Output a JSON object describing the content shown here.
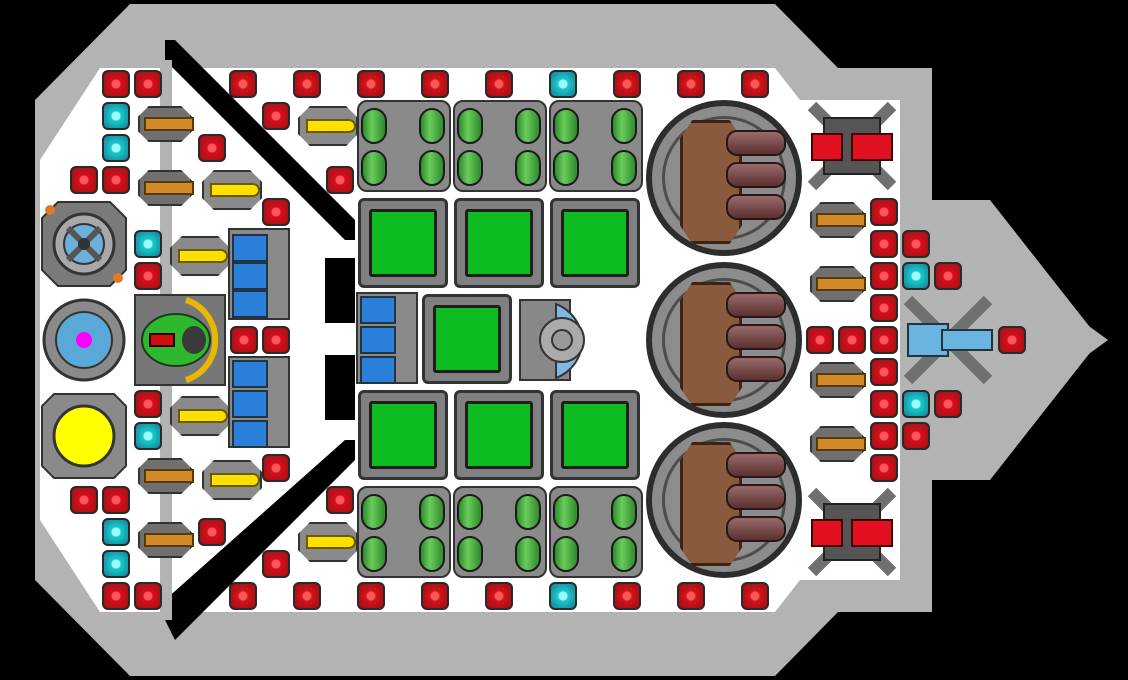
{
  "game": {
    "view": "ship-builder",
    "ship": {
      "hull_color": "#b3b3b3",
      "floor_color": "#ffffff",
      "background_color": "#000000"
    },
    "palette": {
      "red_block": "#d0141c",
      "cyan_block": "#20c8d0",
      "tank_fill": "#0cbd21",
      "turret_body": "#8a5a3c",
      "gun_barrel": "#d08a2a",
      "missile": "#ffe000",
      "core_yellow": "#ffff00",
      "core_magenta": "#ff00ff",
      "red_engine": "#e01020",
      "ion_gun": "#6ab4e0"
    },
    "modules": [
      {
        "name": "energy-core",
        "icon": "yellow-core-icon"
      },
      {
        "name": "shield-core",
        "icon": "magenta-core-icon"
      },
      {
        "name": "reactor",
        "icon": "reactor-icon"
      },
      {
        "name": "command-pod",
        "icon": "green-cockpit-icon"
      },
      {
        "name": "large-turret",
        "icon": "triple-cannon-icon"
      },
      {
        "name": "ion-cannon",
        "icon": "ion-cannon-icon"
      },
      {
        "name": "thruster",
        "icon": "red-thruster-icon"
      },
      {
        "name": "fuel-tank",
        "icon": "green-tank-icon"
      },
      {
        "name": "battery",
        "icon": "green-battery-icon"
      },
      {
        "name": "autocannon",
        "icon": "autocannon-icon"
      },
      {
        "name": "missile-launcher",
        "icon": "missile-icon"
      },
      {
        "name": "armor-block",
        "icon": "red-armor-icon"
      },
      {
        "name": "shield-block",
        "icon": "cyan-block-icon"
      }
    ]
  }
}
